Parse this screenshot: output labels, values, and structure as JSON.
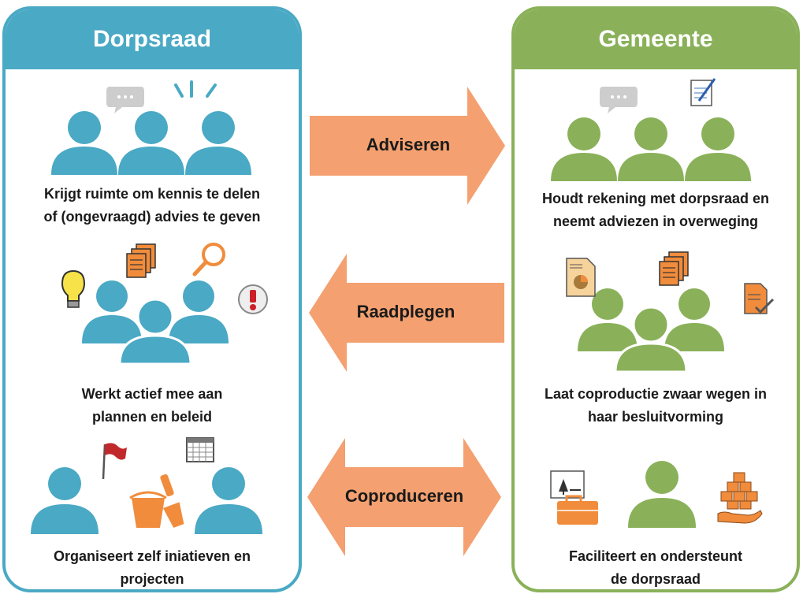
{
  "colors": {
    "dorpsraad": "#4aa9c4",
    "gemeente": "#8ab159",
    "arrow": "#f4a070",
    "accent_orange": "#f08c3c",
    "bubble": "#cdcdcd"
  },
  "left": {
    "title": "Dorpsraad",
    "captions": [
      "Krijgt ruimte om kennis te delen\nof (ongevraagd) advies te geven",
      "Werkt actief mee aan\nplannen en beleid",
      "Organiseert zelf iniatieven en\nprojecten"
    ]
  },
  "right": {
    "title": "Gemeente",
    "captions": [
      "Houdt rekening met dorpsraad en\nneemt adviezen in overweging",
      "Laat coproductie zwaar wegen in\nhaar besluitvorming",
      "Faciliteert en ondersteunt\nde dorpsraad"
    ]
  },
  "arrows": [
    "Adviseren",
    "Raadplegen",
    "Coproduceren"
  ],
  "icons": [
    "speech-bubble-icon",
    "megaphone-lines-icon",
    "document-pen-icon",
    "lightbulb-icon",
    "documents-icon",
    "magnifier-icon",
    "exclamation-icon",
    "flag-icon",
    "sand-bucket-icon",
    "calendar-icon",
    "report-chart-icon",
    "checklist-icon",
    "briefcase-icon",
    "blocks-hand-icon"
  ]
}
